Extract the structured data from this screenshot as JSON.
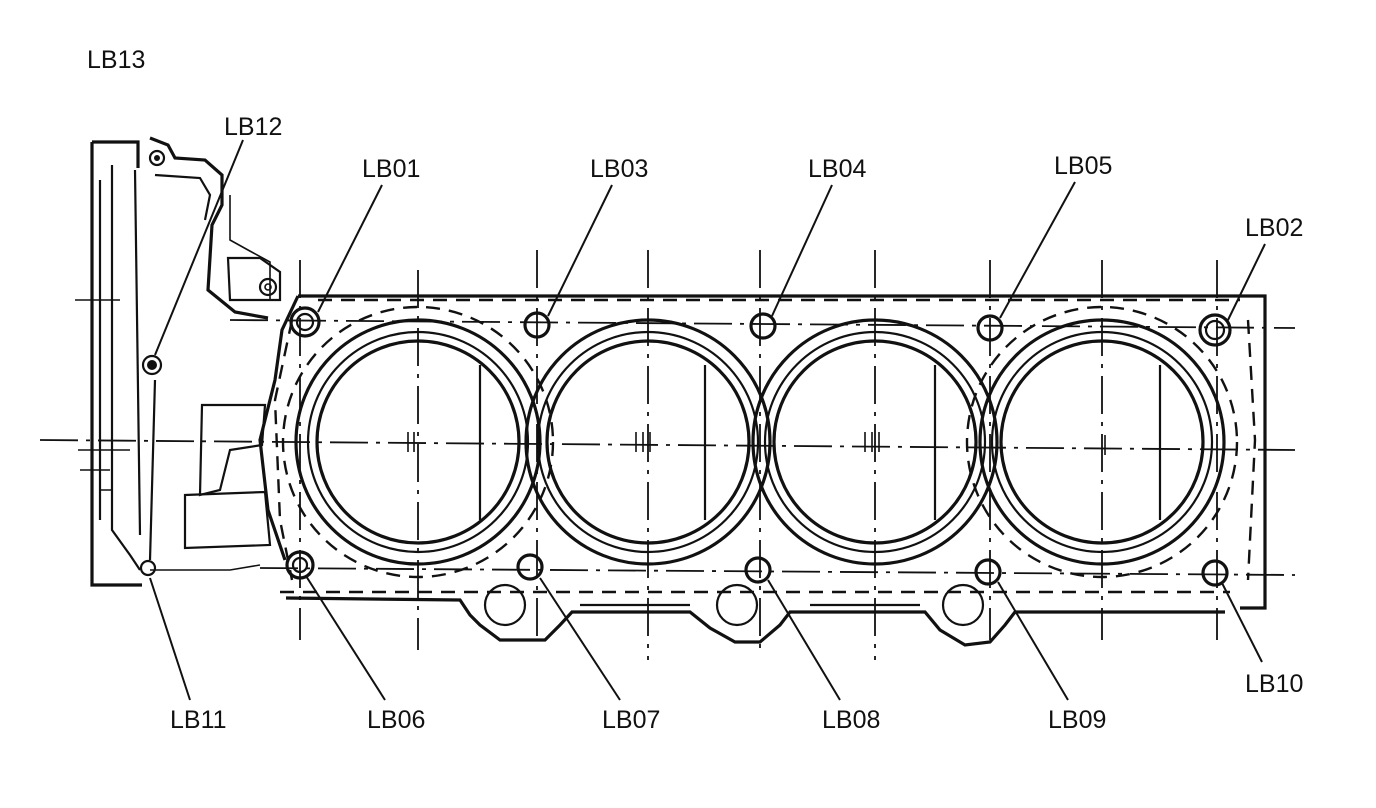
{
  "labels": {
    "lb01": "LB01",
    "lb02": "LB02",
    "lb03": "LB03",
    "lb04": "LB04",
    "lb05": "LB05",
    "lb06": "LB06",
    "lb07": "LB07",
    "lb08": "LB08",
    "lb09": "LB09",
    "lb10": "LB10",
    "lb11": "LB11",
    "lb12": "LB12",
    "lb13": "LB13"
  }
}
